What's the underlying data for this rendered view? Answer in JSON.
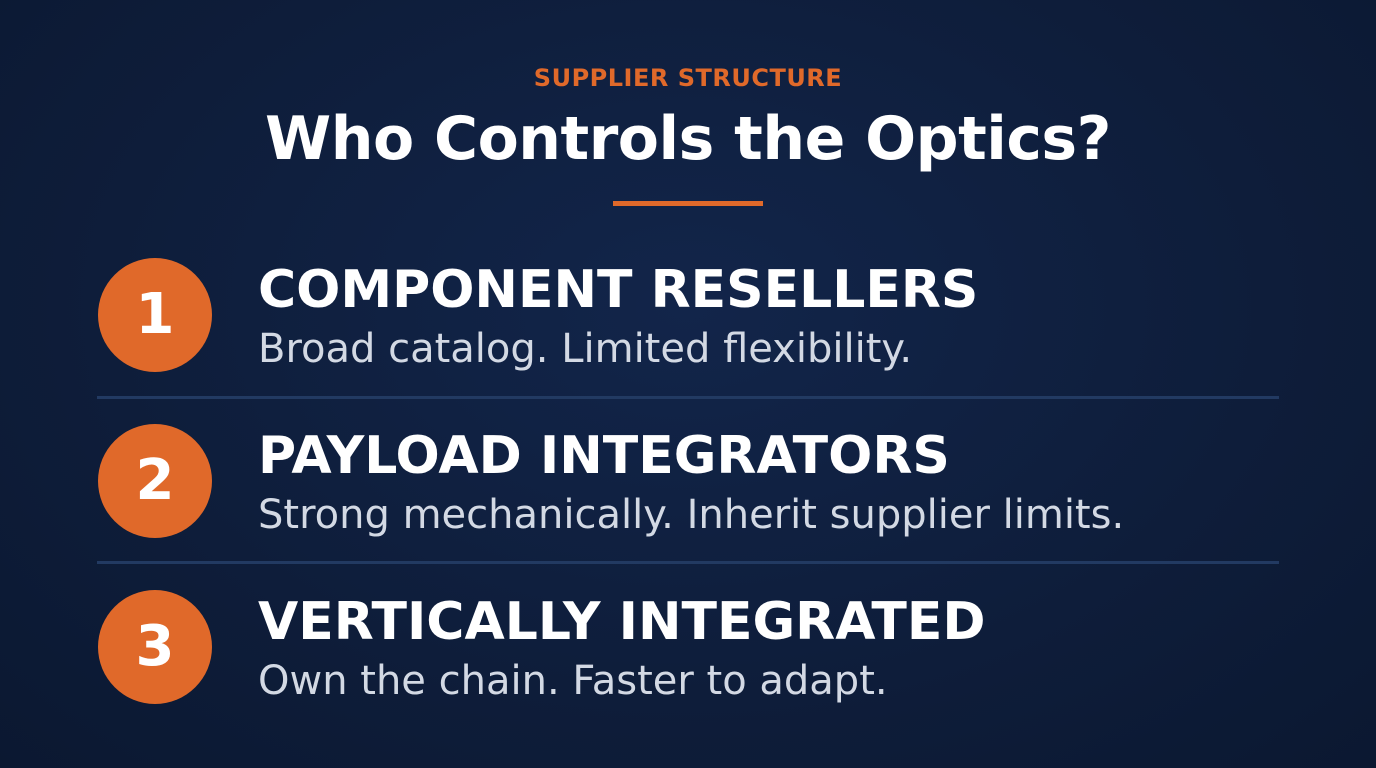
{
  "header": {
    "eyebrow": "SUPPLIER STRUCTURE",
    "title": "Who Controls the Optics?"
  },
  "items": [
    {
      "number": "1",
      "heading": "COMPONENT RESELLERS",
      "description": "Broad catalog. Limited flexibility."
    },
    {
      "number": "2",
      "heading": "PAYLOAD INTEGRATORS",
      "description": "Strong mechanically. Inherit supplier limits."
    },
    {
      "number": "3",
      "heading": "VERTICALLY INTEGRATED",
      "description": "Own the chain. Faster to adapt."
    }
  ],
  "colors": {
    "background": "#0f1f3d",
    "accent": "#e0692a",
    "divider": "#223a62",
    "heading": "#ffffff",
    "description": "#d3d9e4"
  }
}
